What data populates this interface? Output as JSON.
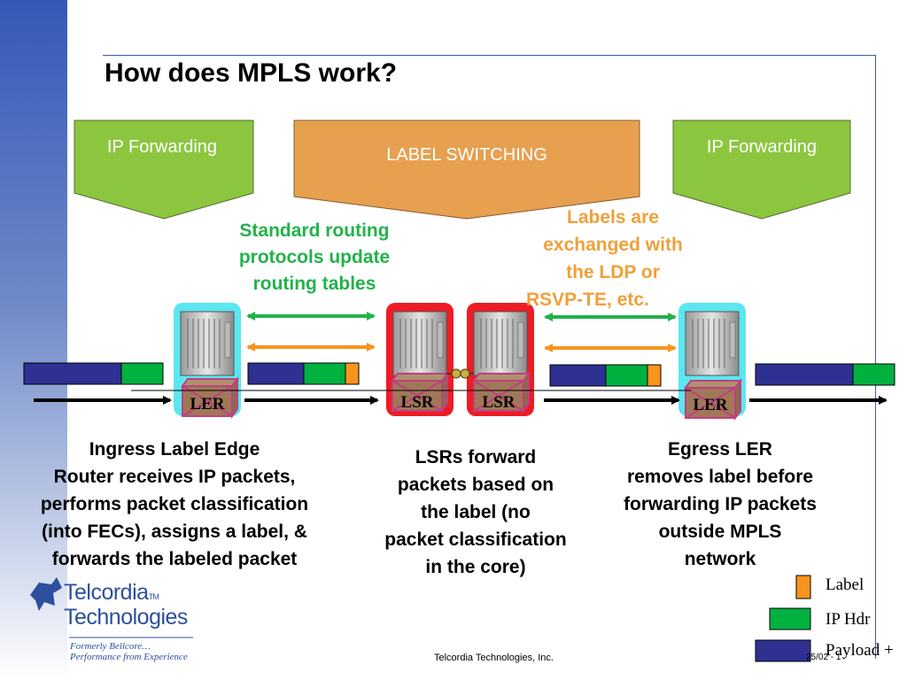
{
  "slide": {
    "title": "How does MPLS work?",
    "zones": {
      "left": "IP Forwarding",
      "center": "LABEL SWITCHING",
      "right": "IP Forwarding"
    },
    "annotations": {
      "routing": [
        "Standard routing",
        "protocols update",
        "routing tables"
      ],
      "labels": [
        "Labels are",
        "exchanged with",
        "the LDP or",
        "RSVP-TE, etc."
      ]
    },
    "routers": {
      "ingress": "LER",
      "lsr1": "LSR",
      "lsr2": "LSR",
      "egress": "LER"
    },
    "descriptions": {
      "ingress": [
        "Ingress Label Edge",
        "Router receives IP packets,",
        "performs packet classification",
        "(into FECs), assigns a label, &",
        "forwards the labeled packet"
      ],
      "core": [
        "LSRs forward",
        "packets based on",
        "the label (no",
        "packet classification",
        "in the core)"
      ],
      "egress": [
        "Egress LER",
        "removes label before",
        "forwarding IP packets",
        "outside MPLS",
        "network"
      ]
    },
    "legend": {
      "label": "Label",
      "ip_hdr": "IP Hdr",
      "payload": "Payload +"
    },
    "colors": {
      "payload": "#2e3192",
      "ip_hdr": "#00b140",
      "label": "#f7941d",
      "zone_green": "#8cc63f",
      "zone_orange": "#e6a050",
      "lsr_highlight": "#ee1c24",
      "ler_highlight": "#5ce6f0"
    },
    "footer": {
      "company": "Telcordia Technologies, Inc.",
      "page": "25/02 - 1"
    },
    "logo": {
      "name_line1": "Telcordia",
      "tm": "TM",
      "name_line2": "Technologies",
      "tagline1": "Formerly Bellcore…",
      "tagline2": "Performance from Experience"
    }
  }
}
